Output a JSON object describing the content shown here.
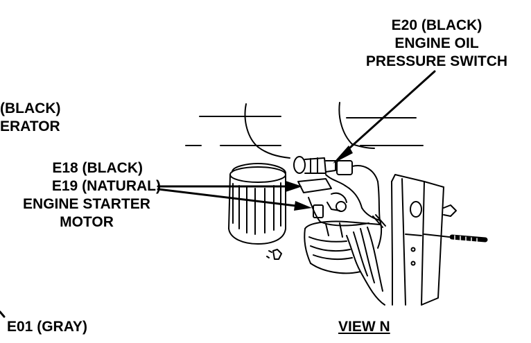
{
  "callouts": {
    "oil_pressure_switch": [
      "E20 (BLACK)",
      "ENGINE OIL",
      "PRESSURE SWITCH"
    ],
    "generator_partial": [
      "(BLACK)",
      "ERATOR"
    ],
    "starter_motor": [
      "E18 (BLACK)",
      "E19 (NATURAL)",
      "ENGINE STARTER",
      "MOTOR"
    ],
    "gray_connector": "E01 (GRAY)"
  },
  "view_label": "VIEW N",
  "colors": {
    "ink": "#000000",
    "paper": "#ffffff"
  }
}
